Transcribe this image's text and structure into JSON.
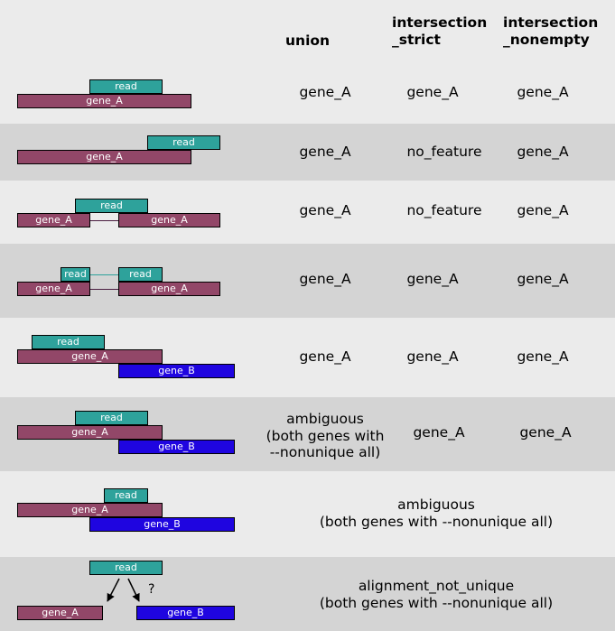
{
  "header": {
    "union": "union",
    "strict": "intersection\n_strict",
    "nonempty": "intersection\n_nonempty"
  },
  "labels": {
    "read": "read",
    "gene_a": "gene_A",
    "gene_b": "gene_B",
    "question": "?"
  },
  "rows": [
    {
      "union": "gene_A",
      "strict": "gene_A",
      "nonempty": "gene_A"
    },
    {
      "union": "gene_A",
      "strict": "no_feature",
      "nonempty": "gene_A"
    },
    {
      "union": "gene_A",
      "strict": "no_feature",
      "nonempty": "gene_A"
    },
    {
      "union": "gene_A",
      "strict": "gene_A",
      "nonempty": "gene_A"
    },
    {
      "union": "gene_A",
      "strict": "gene_A",
      "nonempty": "gene_A"
    },
    {
      "union": "ambiguous\n(both genes with\n--nonunique all)",
      "strict": "gene_A",
      "nonempty": "gene_A"
    },
    {
      "merged": "ambiguous\n(both genes with --nonunique all)"
    },
    {
      "merged": "alignment_not_unique\n(both genes with --nonunique all)"
    }
  ],
  "colors": {
    "gene_a": "#924768",
    "gene_b": "#1f05e0",
    "read": "#2ea29b",
    "row_light": "#ebebeb",
    "row_dark": "#d4d4d4"
  }
}
